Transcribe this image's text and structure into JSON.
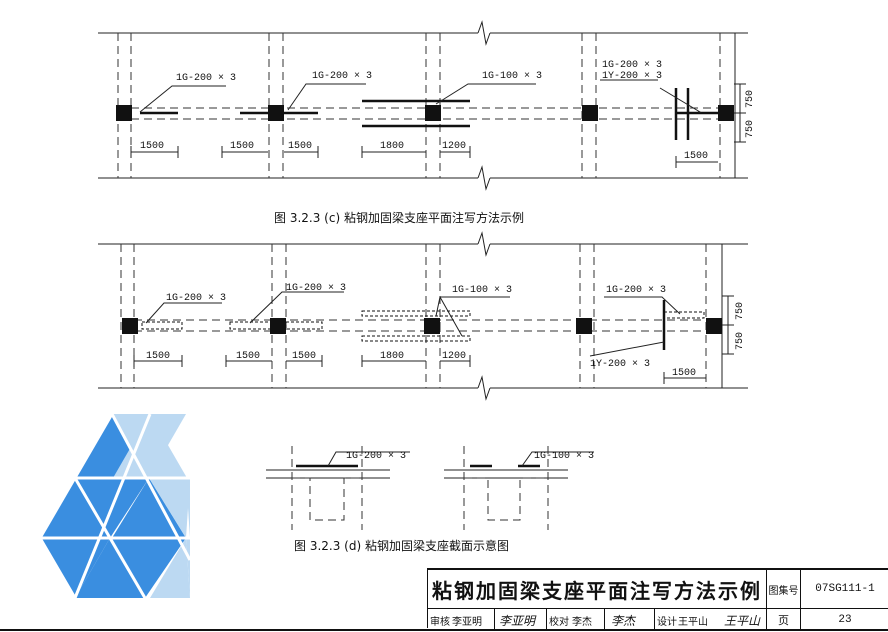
{
  "figure_c": {
    "caption": "图 3.2.3 (c) 粘钢加固梁支座平面注写方法示例",
    "labels": [
      "1G-200 × 3",
      "1G-200 × 3",
      "1G-100 × 3",
      "1G-200 × 3",
      "1Y-200 × 3"
    ],
    "dims": [
      "1500",
      "1500",
      "1500",
      "1800",
      "1200",
      "1500",
      "750",
      "750"
    ]
  },
  "figure_c2": {
    "labels": [
      "1G-200 × 3",
      "1G-200 × 3",
      "1G-100 × 3",
      "1G-200 × 3",
      "1Y-200 × 3"
    ],
    "dims": [
      "1500",
      "1500",
      "1500",
      "1800",
      "1200",
      "1500",
      "750",
      "750"
    ]
  },
  "figure_d": {
    "caption": "图 3.2.3 (d) 粘钢加固梁支座截面示意图",
    "labels": [
      "1G-200 × 3",
      "1G-100 × 3"
    ]
  },
  "title_block": {
    "title": "粘钢加固梁支座平面注写方法示例",
    "atlas_label": "图集号",
    "atlas_no": "07SG111-1",
    "review_label": "审核",
    "reviewer": "李亚明",
    "reviewer_sig": "李亚明",
    "check_label": "校对",
    "checker": "李杰",
    "checker_sig": "李杰",
    "design_label": "设计",
    "designer": "王平山",
    "designer_sig": "王平山",
    "page_label": "页",
    "page_no": "23"
  },
  "colors": {
    "logo_dark": "#3a8ee0",
    "logo_light": "#bcd9f2",
    "ink": "#111111"
  }
}
